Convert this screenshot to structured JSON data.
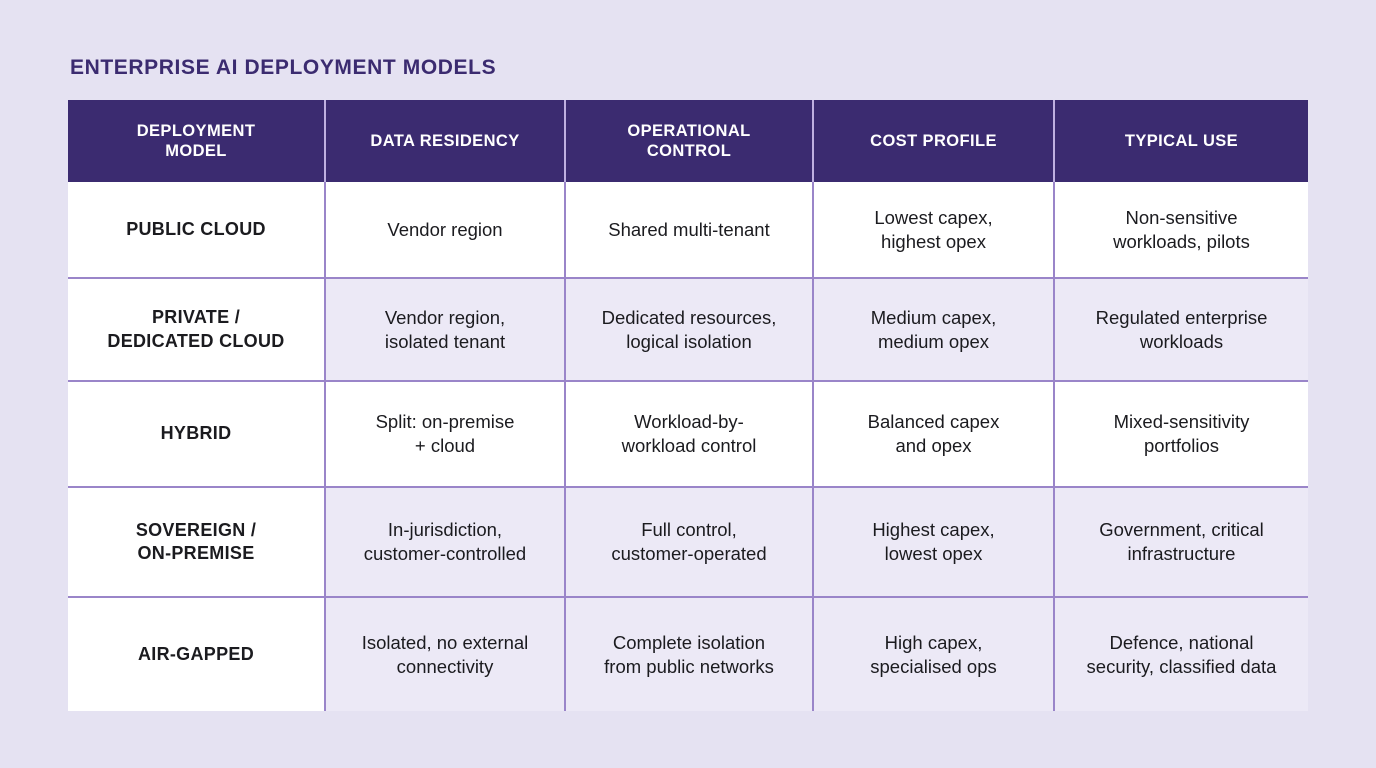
{
  "page": {
    "title": "ENTERPRISE AI DEPLOYMENT MODELS",
    "background_color": "#e5e2f2",
    "header_color": "#3b2b70",
    "border_color": "#9a85c9",
    "shaded_row_color": "#ece9f6"
  },
  "table": {
    "headers": [
      {
        "line1": "DEPLOYMENT",
        "line2": "MODEL"
      },
      {
        "line1": "DATA RESIDENCY",
        "line2": ""
      },
      {
        "line1": "OPERATIONAL",
        "line2": "CONTROL"
      },
      {
        "line1": "COST PROFILE",
        "line2": ""
      },
      {
        "line1": "TYPICAL USE",
        "line2": ""
      }
    ],
    "rows": [
      {
        "shaded": false,
        "model": {
          "line1": "PUBLIC CLOUD",
          "line2": ""
        },
        "data_residency": {
          "line1": "Vendor region",
          "line2": ""
        },
        "operational_control": {
          "line1": "Shared multi-tenant",
          "line2": ""
        },
        "cost_profile": {
          "line1": "Lowest capex,",
          "line2": "highest opex"
        },
        "typical_use": {
          "line1": "Non-sensitive",
          "line2": "workloads, pilots"
        }
      },
      {
        "shaded": true,
        "model": {
          "line1": "PRIVATE /",
          "line2": "DEDICATED CLOUD"
        },
        "data_residency": {
          "line1": "Vendor region,",
          "line2": "isolated tenant"
        },
        "operational_control": {
          "line1": "Dedicated resources,",
          "line2": "logical isolation"
        },
        "cost_profile": {
          "line1": "Medium capex,",
          "line2": "medium opex"
        },
        "typical_use": {
          "line1": "Regulated enterprise",
          "line2": "workloads"
        }
      },
      {
        "shaded": false,
        "model": {
          "line1": "HYBRID",
          "line2": ""
        },
        "data_residency": {
          "line1": "Split: on-premise",
          "line2": "+ cloud"
        },
        "operational_control": {
          "line1": "Workload-by-",
          "line2": "workload control"
        },
        "cost_profile": {
          "line1": "Balanced capex",
          "line2": "and opex"
        },
        "typical_use": {
          "line1": "Mixed-sensitivity",
          "line2": "portfolios"
        }
      },
      {
        "shaded": true,
        "model": {
          "line1": "SOVEREIGN /",
          "line2": "ON-PREMISE"
        },
        "data_residency": {
          "line1": "In-jurisdiction,",
          "line2": "customer-controlled"
        },
        "operational_control": {
          "line1": "Full control,",
          "line2": "customer-operated"
        },
        "cost_profile": {
          "line1": "Highest capex,",
          "line2": "lowest opex"
        },
        "typical_use": {
          "line1": "Government, critical",
          "line2": "infrastructure"
        }
      },
      {
        "shaded": true,
        "model": {
          "line1": "AIR-GAPPED",
          "line2": ""
        },
        "data_residency": {
          "line1": "Isolated, no external",
          "line2": "connectivity"
        },
        "operational_control": {
          "line1": "Complete isolation",
          "line2": "from public networks"
        },
        "cost_profile": {
          "line1": "High capex,",
          "line2": "specialised ops"
        },
        "typical_use": {
          "line1": "Defence, national",
          "line2": "security, classified data"
        }
      }
    ]
  }
}
